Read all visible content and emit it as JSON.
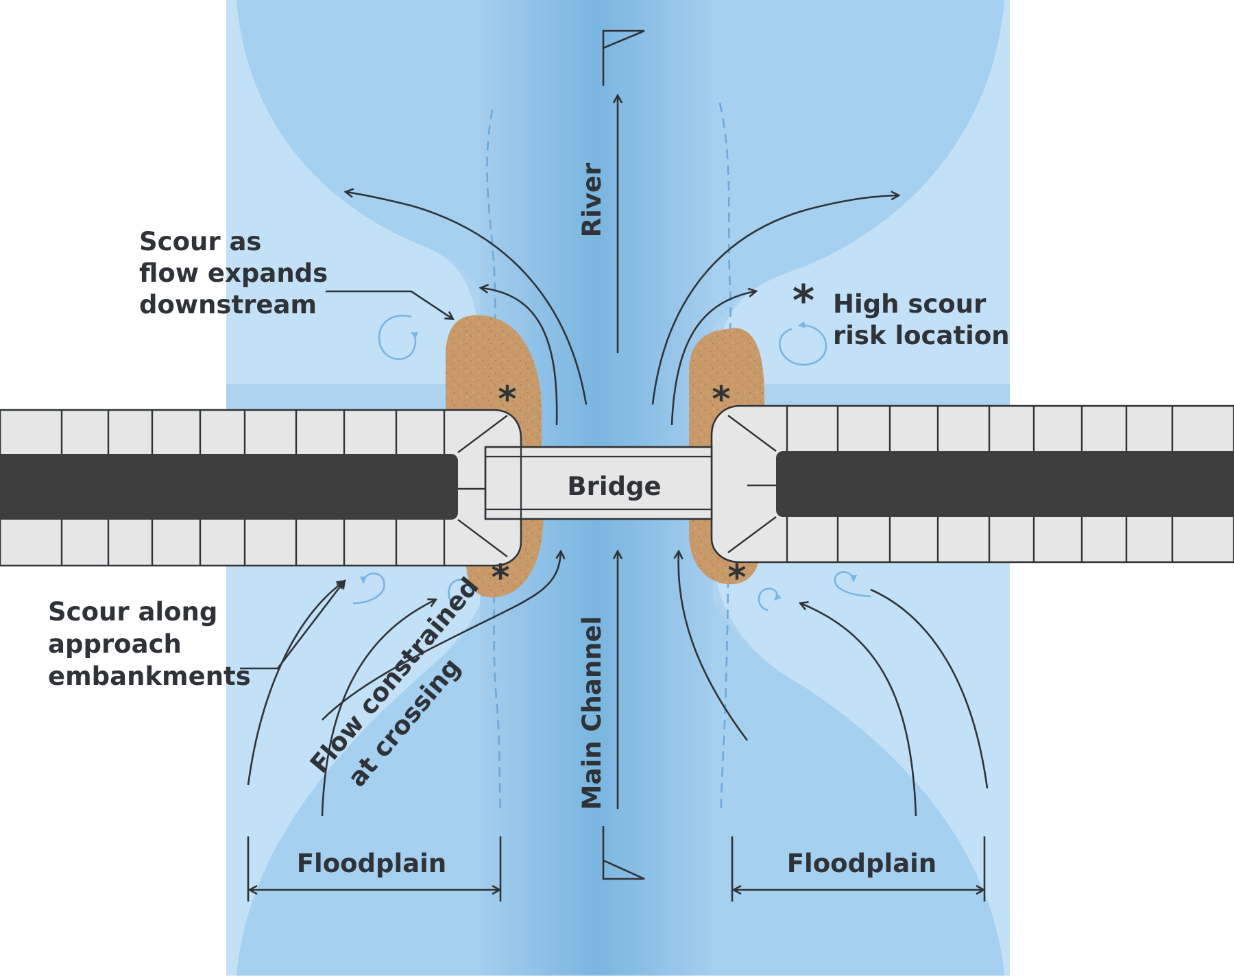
{
  "labels": {
    "river": "River",
    "main_channel": "Main Channel",
    "bridge": "Bridge",
    "floodplain_left": "Floodplain",
    "floodplain_right": "Floodplain",
    "scour_expand": [
      "Scour as",
      "flow expands",
      "downstream"
    ],
    "scour_approach": [
      "Scour along",
      "approach",
      "embankments"
    ],
    "flow_constrained": [
      "Flow constrained",
      "at crossing"
    ],
    "legend_symbol": "*",
    "legend_text": [
      "High scour",
      "risk location"
    ]
  },
  "colors": {
    "floodplain_water": "#aed3f1",
    "main_channel": "#8fc3e8",
    "deep_water": "#7ab6e0",
    "shallow_water": "#c2e0f6",
    "embankment": "#e6e6e6",
    "road": "#3e3e3e",
    "scour": "#c89a6a",
    "ink": "#2f3337",
    "eddy": "#7ab4e0"
  }
}
